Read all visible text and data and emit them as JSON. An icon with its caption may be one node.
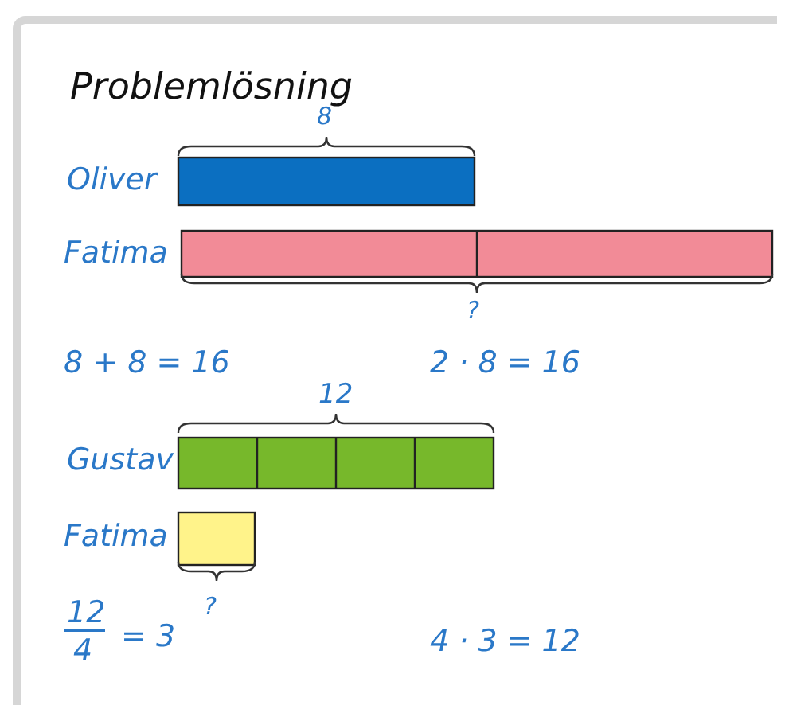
{
  "diagram": {
    "title": "Problemlösning",
    "nodes": [
      {
        "text": [],
        "shape": "bar"
      },
      {
        "text": [],
        "shape": "bar"
      },
      {
        "text": [],
        "shape": "bar"
      },
      {
        "text": [],
        "shape": "bar"
      }
    ],
    "labels": [
      "8",
      "Oliver",
      "Fatima",
      "?",
      "8 + 8 = 16",
      "2 · 8 = 16",
      "12",
      "Gustav",
      "Fatima",
      "?",
      "12",
      "4",
      "= 3",
      "4 · 3 = 12"
    ]
  }
}
